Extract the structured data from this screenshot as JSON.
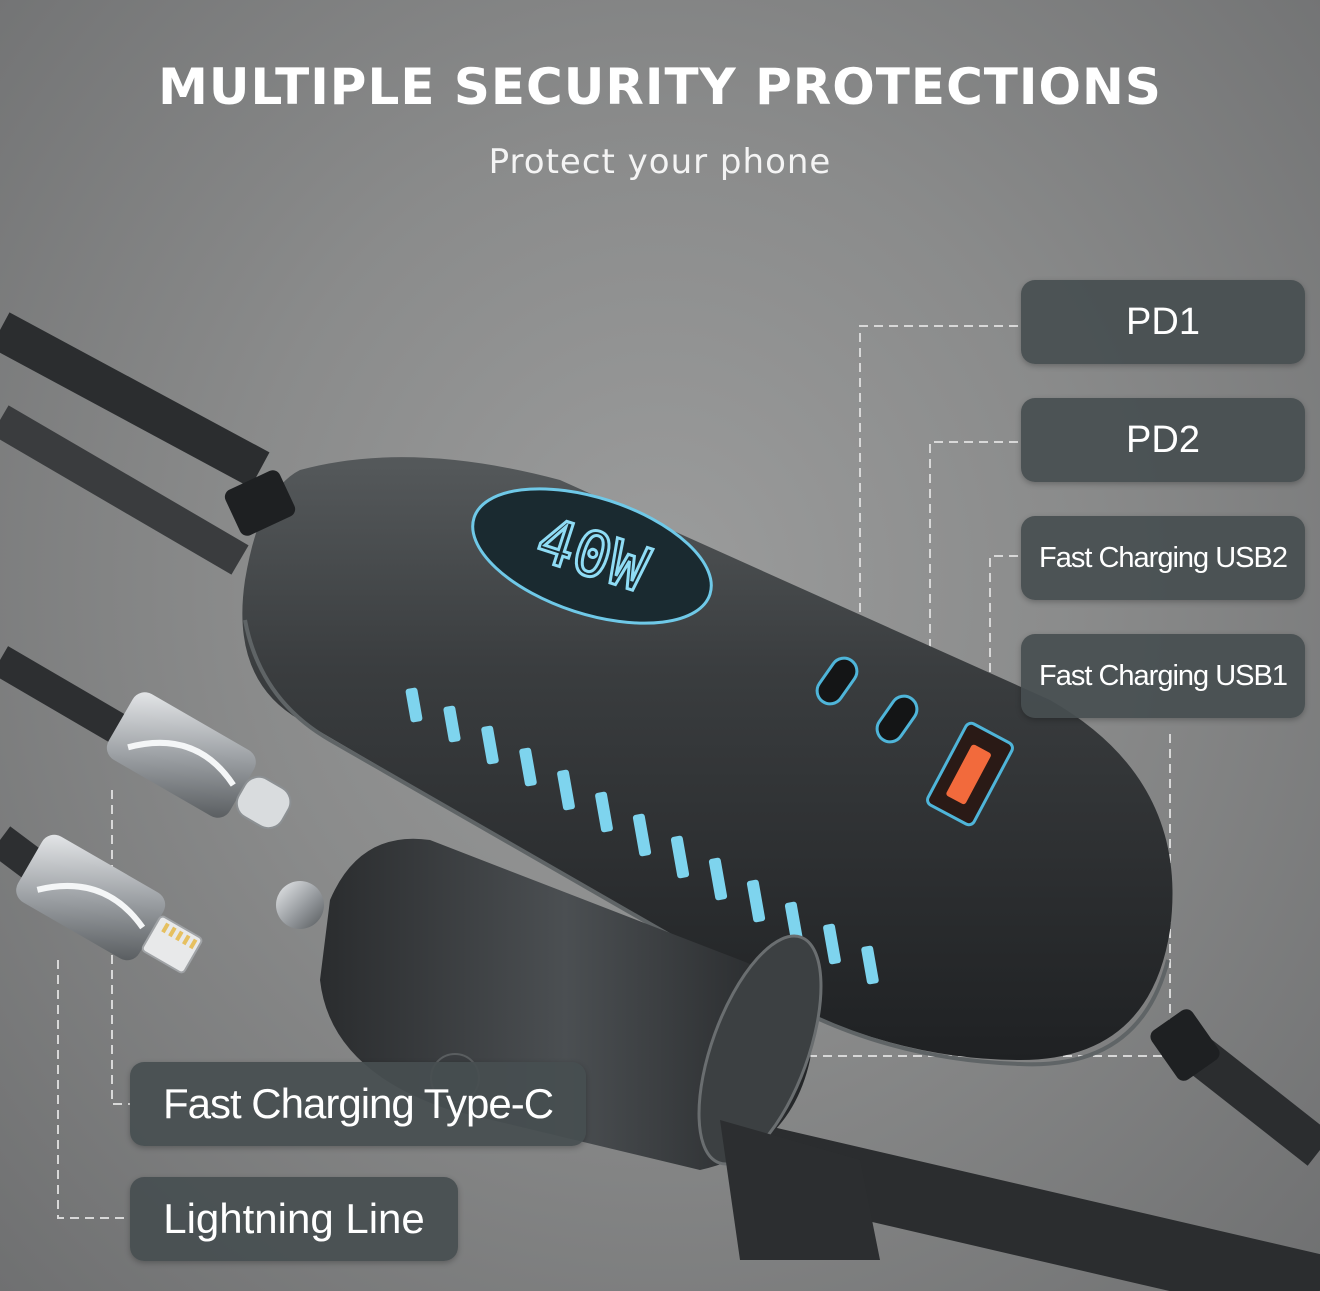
{
  "headline": "MULTIPLE SECURITY PROTECTIONS",
  "subheadline": "Protect your phone",
  "display_readout": "40W",
  "labels": {
    "pd1": "PD1",
    "pd2": "PD2",
    "usb2": "Fast Charging USB2",
    "usb1": "Fast Charging USB1",
    "type_c": "Fast Charging Type-C",
    "lightning": "Lightning Line"
  },
  "colors": {
    "background": "#8f9090",
    "label_box": "#464e50",
    "led_blue": "#7ed4ee",
    "usb_port_orange": "#f26a3c",
    "device_body": "#2f3234"
  }
}
